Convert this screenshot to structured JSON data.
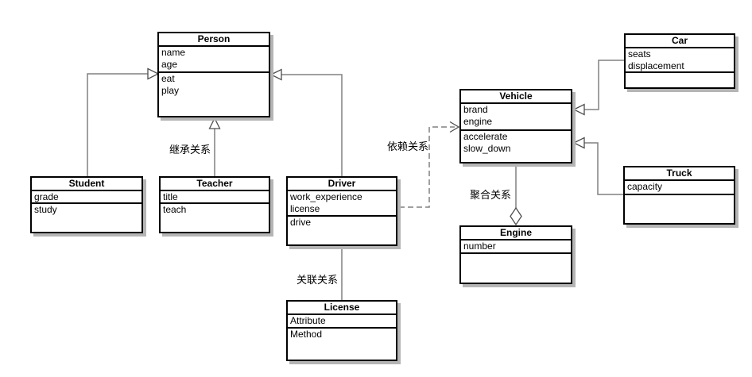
{
  "diagram": {
    "type": "uml-class-diagram",
    "classes": [
      {
        "id": "person",
        "title": "Person",
        "attributes": [
          "name",
          "age"
        ],
        "methods": [
          "eat",
          "play"
        ]
      },
      {
        "id": "student",
        "title": "Student",
        "attributes": [
          "grade"
        ],
        "methods": [
          "study"
        ]
      },
      {
        "id": "teacher",
        "title": "Teacher",
        "attributes": [
          "title"
        ],
        "methods": [
          "teach"
        ]
      },
      {
        "id": "driver",
        "title": "Driver",
        "attributes": [
          "work_experience",
          "license"
        ],
        "methods": [
          "drive"
        ]
      },
      {
        "id": "license",
        "title": "License",
        "attributes": [
          "Attribute"
        ],
        "methods": [
          "Method"
        ]
      },
      {
        "id": "vehicle",
        "title": "Vehicle",
        "attributes": [
          "brand",
          "engine"
        ],
        "methods": [
          "accelerate",
          "slow_down"
        ]
      },
      {
        "id": "engine",
        "title": "Engine",
        "attributes": [
          "number"
        ],
        "methods": []
      },
      {
        "id": "car",
        "title": "Car",
        "attributes": [
          "seats",
          "displacement"
        ],
        "methods": []
      },
      {
        "id": "truck",
        "title": "Truck",
        "attributes": [
          "capacity"
        ],
        "methods": []
      }
    ],
    "edge_labels": [
      {
        "id": "inheritance",
        "text": "继承关系"
      },
      {
        "id": "dependency",
        "text": "依赖关系"
      },
      {
        "id": "association",
        "text": "关联关系"
      },
      {
        "id": "aggregation",
        "text": "聚合关系"
      }
    ],
    "relationships": [
      {
        "from": "Student",
        "to": "Person",
        "kind": "inheritance"
      },
      {
        "from": "Teacher",
        "to": "Person",
        "kind": "inheritance"
      },
      {
        "from": "Driver",
        "to": "Person",
        "kind": "inheritance"
      },
      {
        "from": "Driver",
        "to": "License",
        "kind": "association"
      },
      {
        "from": "Driver",
        "to": "Vehicle",
        "kind": "dependency"
      },
      {
        "from": "Vehicle",
        "to": "Engine",
        "kind": "aggregation"
      },
      {
        "from": "Car",
        "to": "Vehicle",
        "kind": "inheritance"
      },
      {
        "from": "Truck",
        "to": "Vehicle",
        "kind": "inheritance"
      }
    ],
    "colors": {
      "background": "#ffffff",
      "box_border": "#000000",
      "box_fill": "#ffffff",
      "box_shadow": "#b5b5b5",
      "connector": "#808080",
      "text": "#000000"
    }
  }
}
